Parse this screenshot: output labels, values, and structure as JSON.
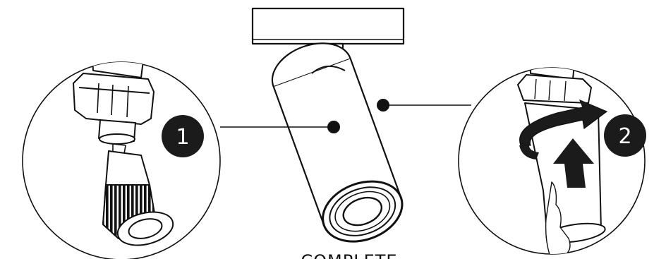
{
  "steps": [
    {
      "number": "1"
    },
    {
      "number": "2"
    }
  ],
  "caption": "COMPLETE",
  "colors": {
    "line": "#111111",
    "fill": "#ffffff",
    "badge": "#1b1b1b"
  }
}
